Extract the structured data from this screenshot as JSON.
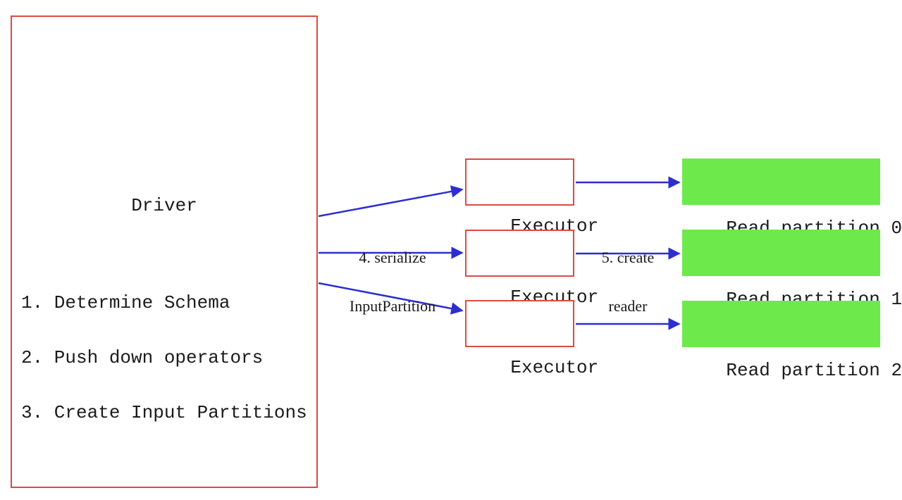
{
  "diagram": {
    "driver": {
      "title": "Driver",
      "steps": [
        "1. Determine Schema",
        "2. Push down operators",
        "3. Create Input Partitions"
      ]
    },
    "executors": [
      {
        "label": "Executor"
      },
      {
        "label": "Executor"
      },
      {
        "label": "Executor"
      }
    ],
    "partitions": [
      {
        "label": "Read partition 0"
      },
      {
        "label": "Read partition 1"
      },
      {
        "label": "Read partition 2"
      }
    ],
    "edge_labels": {
      "serialize": {
        "line1": "4. serialize",
        "line2": "InputPartition"
      },
      "create_reader": {
        "line1": "5. create",
        "line2": "reader"
      }
    },
    "colors": {
      "box_border": "#dc4b41",
      "arrow": "#2e2ecf",
      "partition_fill": "#6de94c",
      "text": "#1b1b1b",
      "background": "#ffffff"
    }
  }
}
